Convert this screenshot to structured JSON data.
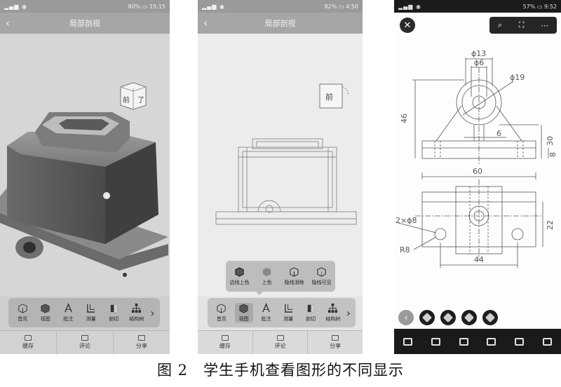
{
  "phone1": {
    "status": {
      "time": "15:15",
      "battery": "80%"
    },
    "title": "局部剖视",
    "cube_labels": [
      "前",
      "了"
    ],
    "toolbar": [
      {
        "icon": "home-view-icon",
        "label": "首页"
      },
      {
        "icon": "view-icon",
        "label": "视图"
      },
      {
        "icon": "annotate-icon",
        "label": "批注"
      },
      {
        "icon": "measure-icon",
        "label": "测量"
      },
      {
        "icon": "section-icon",
        "label": "剖切"
      },
      {
        "icon": "structure-tree-icon",
        "label": "结构树"
      }
    ],
    "nav": [
      "缓存",
      "评论",
      "分享"
    ]
  },
  "phone2": {
    "status": {
      "time": "4:50",
      "battery": "82%"
    },
    "title": "局部剖视",
    "cube_labels": [
      "前"
    ],
    "popup": [
      {
        "icon": "edge-shaded-icon",
        "label": "边线上色"
      },
      {
        "icon": "shaded-icon",
        "label": "上色"
      },
      {
        "icon": "hidden-lines-removed-icon",
        "label": "隐线消除"
      },
      {
        "icon": "hidden-lines-visible-icon",
        "label": "隐线可见"
      }
    ],
    "toolbar": [
      {
        "icon": "home-view-icon",
        "label": "首页"
      },
      {
        "icon": "view-icon",
        "label": "视图"
      },
      {
        "icon": "annotate-icon",
        "label": "批注"
      },
      {
        "icon": "measure-icon",
        "label": "测量"
      },
      {
        "icon": "section-icon",
        "label": "剖切"
      },
      {
        "icon": "structure-tree-icon",
        "label": "结构树"
      }
    ],
    "nav": [
      "缓存",
      "评论",
      "分享"
    ]
  },
  "phone3": {
    "status": {
      "time": "9:52",
      "battery": "57%"
    },
    "dimensions": {
      "d13": "ϕ13",
      "d6": "ϕ6",
      "d19": "ϕ19",
      "h46": "46",
      "w6": "6",
      "h30": "30",
      "h8": "8",
      "w60": "60",
      "h22": "22",
      "holes": "2×ϕ8",
      "r8": "R8",
      "w44": "44"
    }
  },
  "caption": "图 2　学生手机查看图形的不同显示"
}
